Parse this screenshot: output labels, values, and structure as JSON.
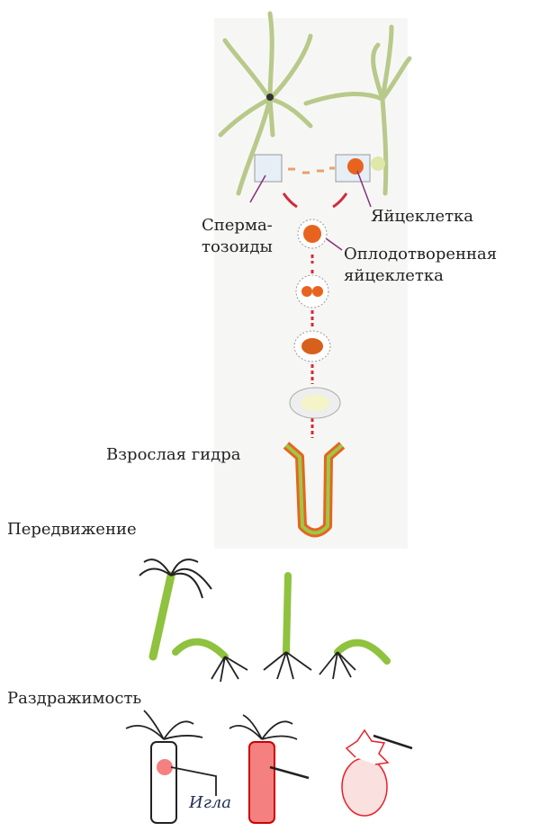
{
  "labels": {
    "sperm_line1": "Сперма-",
    "sperm_line2": "тозоиды",
    "egg": "Яйцеклетка",
    "fertilized_line1": "Оплодотворенная",
    "fertilized_line2": "яйцеклетка",
    "adult": "Взрослая гидра",
    "movement": "Передвижение",
    "irritability": "Раздражимость",
    "needle": "Игла"
  },
  "colors": {
    "hydra_green": "#8fc23e",
    "egg_orange": "#e8641e",
    "arrow_red": "#d22b3a",
    "reaction_red": "#e8202a"
  }
}
